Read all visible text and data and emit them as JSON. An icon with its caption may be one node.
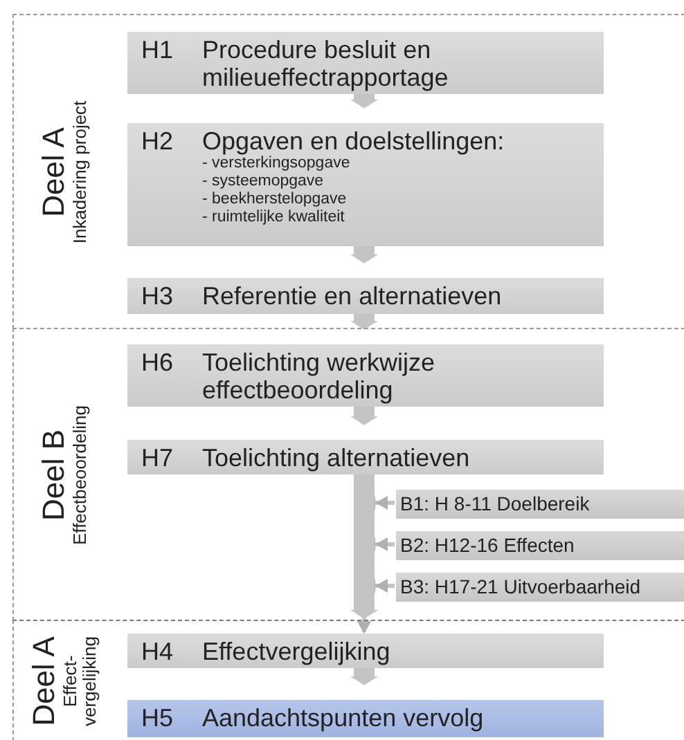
{
  "diagram": {
    "nodes": [
      {
        "text": [
          "Deel A",
          "Inkadering project"
        ]
      },
      {
        "text": [
          "H1",
          "Procedure besluit en milieueffectrapportage"
        ],
        "in": 0
      },
      {
        "text": [
          "H2",
          "Opgaven en doelstellingen:",
          "- versterkingsopgave",
          "- systeemopgave",
          "- beekherstelopgave",
          "- ruimtelijke kwaliteit"
        ],
        "in": 0
      },
      {
        "text": [
          "H3",
          "Referentie en alternatieven"
        ],
        "in": 0
      },
      {
        "text": [
          "Deel B",
          "Effectbeoordeling"
        ]
      },
      {
        "text": [
          "H6",
          "Toelichting werkwijze effectbeoordeling"
        ],
        "in": 4
      },
      {
        "text": [
          "H7",
          "Toelichting alternatieven"
        ],
        "in": 4
      },
      {
        "text": [
          "B1: H 8-11 Doelbereik"
        ],
        "in": 4
      },
      {
        "text": [
          "B2: H12-16 Effecten"
        ],
        "in": 4
      },
      {
        "text": [
          "B3: H17-21 Uitvoerbaarheid"
        ],
        "in": 4
      },
      {
        "text": [
          "Deel A",
          "Effect- vergelijking"
        ]
      },
      {
        "text": [
          "H4",
          "Effectvergelijking"
        ],
        "in": 10
      },
      {
        "text": [
          "H5",
          "Aandachtspunten vervolg"
        ],
        "in": 10
      }
    ],
    "edges": [
      {
        "from": 1,
        "to": 2,
        "arrow": "to"
      },
      {
        "from": 2,
        "to": 3,
        "arrow": "to"
      },
      {
        "from": 3,
        "to": 5,
        "arrow": "to"
      },
      {
        "from": 5,
        "to": 6,
        "arrow": "to"
      },
      {
        "from": 6,
        "to": 11,
        "arrow": "to"
      },
      {
        "from": 11,
        "to": 12,
        "arrow": "to"
      },
      {
        "from": 7,
        "to": 11,
        "arrow": "to"
      },
      {
        "from": 8,
        "to": 11,
        "arrow": "to"
      },
      {
        "from": 9,
        "to": 11,
        "arrow": "to"
      }
    ]
  }
}
